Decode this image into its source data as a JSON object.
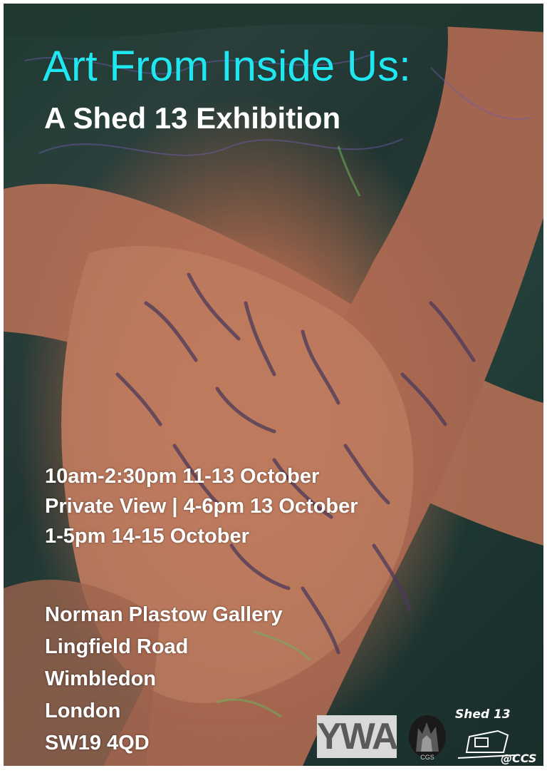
{
  "poster": {
    "title": "Art From Inside Us:",
    "subtitle": "A Shed 13 Exhibition",
    "schedule": [
      "10am-2:30pm 11-13 October",
      "Private View | 4-6pm 13 October",
      "1-5pm 14-15 October"
    ],
    "address": [
      "Norman Plastow Gallery",
      "Lingfield Road",
      "Wimbledon",
      "London",
      "SW19 4QD"
    ],
    "logos": {
      "ywa": "YWA",
      "cgs": "CGS",
      "shed13": "Shed 13",
      "ccs": "@CCS"
    },
    "colors": {
      "title": "#1fe6ef",
      "text": "#ffffff",
      "copper": "#b87358",
      "dark_green": "#1f3a33"
    }
  }
}
